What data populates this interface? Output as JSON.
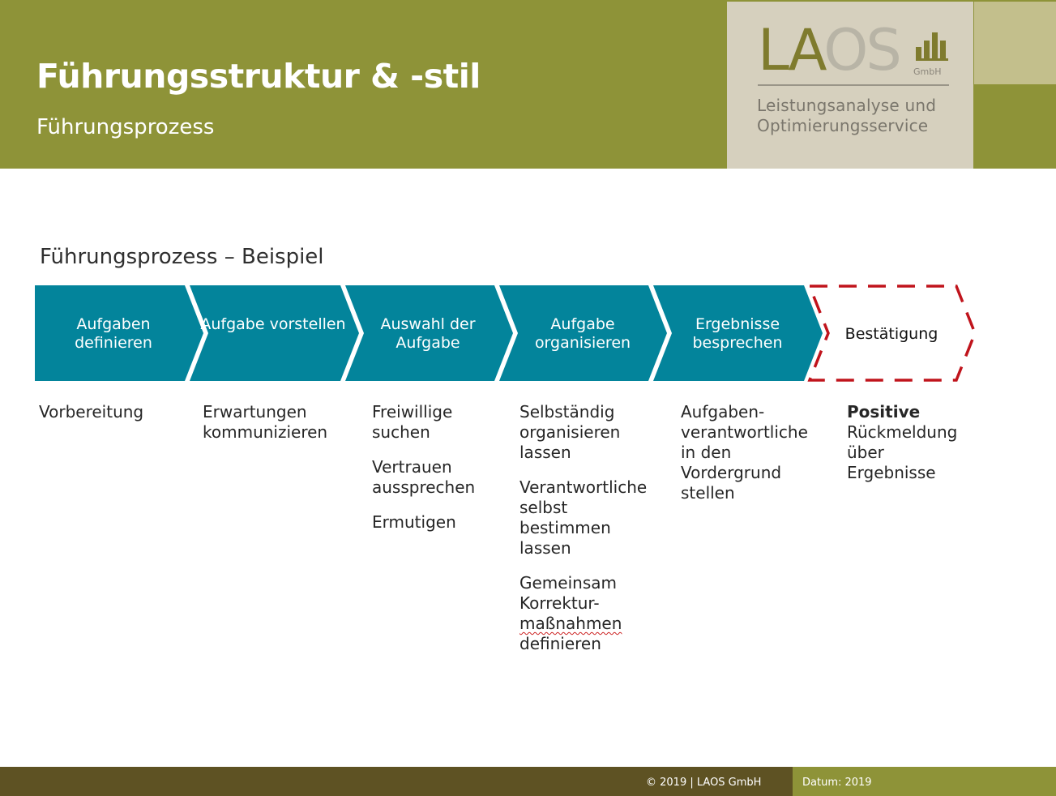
{
  "header": {
    "title": "Führungsstruktur & -stil",
    "subtitle": "Führungsprozess",
    "colors": {
      "band": "#8e9338",
      "logo_bg": "#d6d0be"
    }
  },
  "logo": {
    "brand_la": "LA",
    "brand_os": "OS",
    "legal_form": "GmbH",
    "tagline_line1": "Leistungsanalyse und",
    "tagline_line2": "Optimierungsservice"
  },
  "section": {
    "title": "Führungsprozess – Beispiel"
  },
  "process_steps": [
    {
      "label": "Aufgaben definieren"
    },
    {
      "label": "Aufgabe vorstellen"
    },
    {
      "label": "Auswahl der Aufgabe"
    },
    {
      "label": "Aufgabe organisieren"
    },
    {
      "label": "Ergebnisse besprechen"
    },
    {
      "label": "Bestätigung"
    }
  ],
  "step_colors": {
    "fill": "#03849b",
    "highlight_border": "#c0141c"
  },
  "details": {
    "col1": [
      "Vorbereitung"
    ],
    "col2": [
      "Erwartungen\nkommunizieren"
    ],
    "col3": [
      "Freiwillige\nsuchen",
      "Vertrauen\naussprechen",
      "Ermutigen"
    ],
    "col4": [
      "Selbständig\norganisieren\nlassen",
      "Verantwortliche\nselbst\nbestimmen\nlassen",
      "Gemeinsam\nKorrektur-"
    ],
    "col4_underlined": "maßnahmen",
    "col4_last": "definieren",
    "col5": [
      "Aufgaben-\nverantwortliche\nin den\nVordergrund\nstellen"
    ],
    "col6_bold": "Positive",
    "col6_rest": "Rückmeldung\nüber\nErgebnisse"
  },
  "footer": {
    "copyright": "© 2019 | LAOS GmbH",
    "date": "Datum: 2019"
  }
}
